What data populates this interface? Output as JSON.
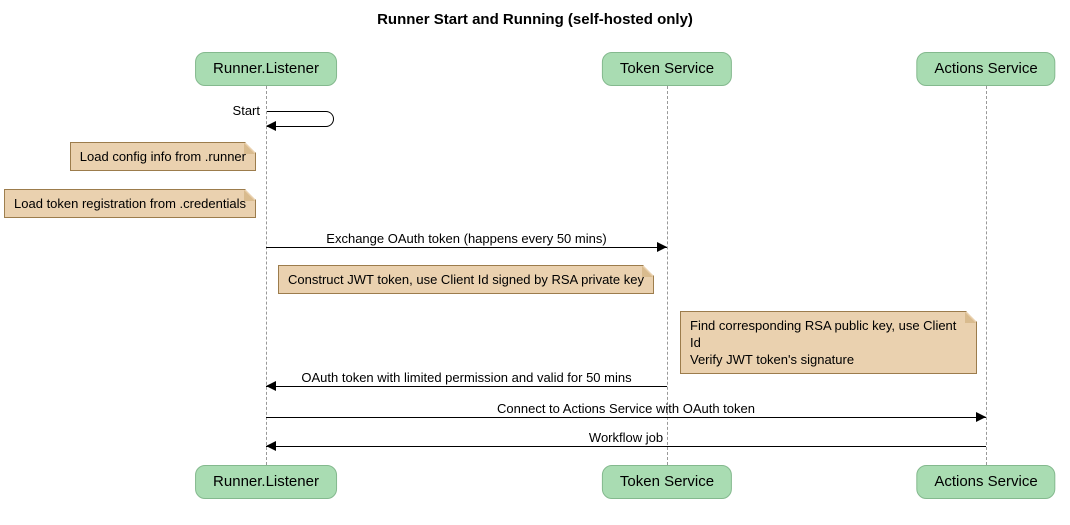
{
  "title": "Runner Start and Running (self-hosted only)",
  "participants": {
    "runner_listener": "Runner.Listener",
    "token_service": "Token Service",
    "actions_service": "Actions Service"
  },
  "messages": {
    "start": "Start",
    "exchange_oauth": "Exchange OAuth token (happens every 50 mins)",
    "oauth_return": "OAuth token with limited permission and valid for 50 mins",
    "connect_actions": "Connect to Actions Service with OAuth token",
    "workflow_job": "Workflow job"
  },
  "notes": {
    "load_config": "Load config info from .runner",
    "load_credentials": "Load token registration from .credentials",
    "construct_jwt": "Construct JWT token, use Client Id signed by RSA private key",
    "verify_jwt": {
      "lines": [
        "Find corresponding RSA public key, use Client Id",
        "Verify JWT token's signature"
      ]
    }
  },
  "colors": {
    "participant_fill": "#A9DCB2",
    "participant_border": "#84B98E",
    "note_fill": "#EAD1AF",
    "note_border": "#9C7C4C",
    "note_fold": "#D9BB8E",
    "lifeline": "#999999",
    "arrow": "#000000"
  }
}
